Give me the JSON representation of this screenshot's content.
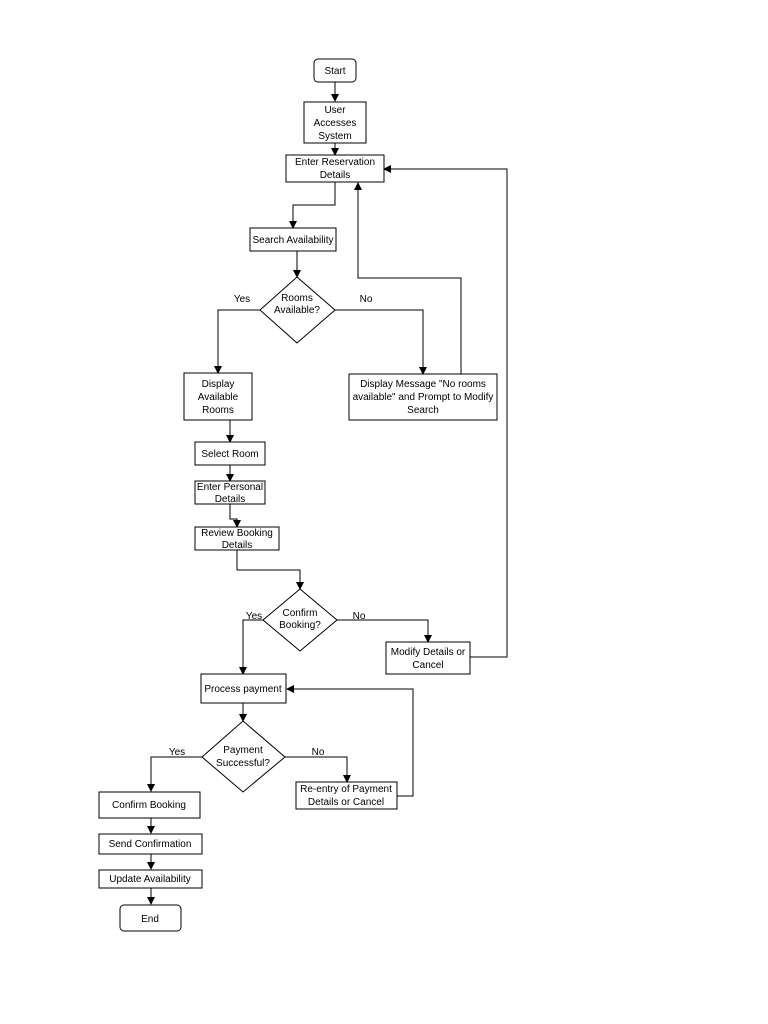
{
  "nodes": {
    "start": "Start",
    "access": [
      "User",
      "Accesses",
      "System"
    ],
    "enter_details": [
      "Enter Reservation",
      "Details"
    ],
    "search": "Search Availability",
    "rooms_available": [
      "Rooms",
      "Available?"
    ],
    "no_rooms_msg": [
      "Display Message \"No rooms",
      "available\" and Prompt to Modify",
      "Search"
    ],
    "display_rooms": [
      "Display",
      "Available",
      "Rooms"
    ],
    "select_room": "Select Room",
    "personal_details": [
      "Enter Personal",
      "Details"
    ],
    "review_booking": [
      "Review Booking",
      "Details"
    ],
    "confirm_booking_q": [
      "Confirm",
      "Booking?"
    ],
    "modify_or_cancel": [
      "Modify Details or",
      "Cancel"
    ],
    "process_payment": "Process payment",
    "payment_successful_q": [
      "Payment",
      "Successful?"
    ],
    "reentry_payment": [
      "Re-entry of Payment",
      "Details or Cancel"
    ],
    "confirm_booking": "Confirm Booking",
    "send_confirmation": "Send Confirmation",
    "update_availability": "Update Availability",
    "end": "End"
  },
  "edge_labels": {
    "rooms_yes": "Yes",
    "rooms_no": "No",
    "confirm_yes": "Yes",
    "confirm_no": "No",
    "payment_yes": "Yes",
    "payment_no": "No"
  }
}
